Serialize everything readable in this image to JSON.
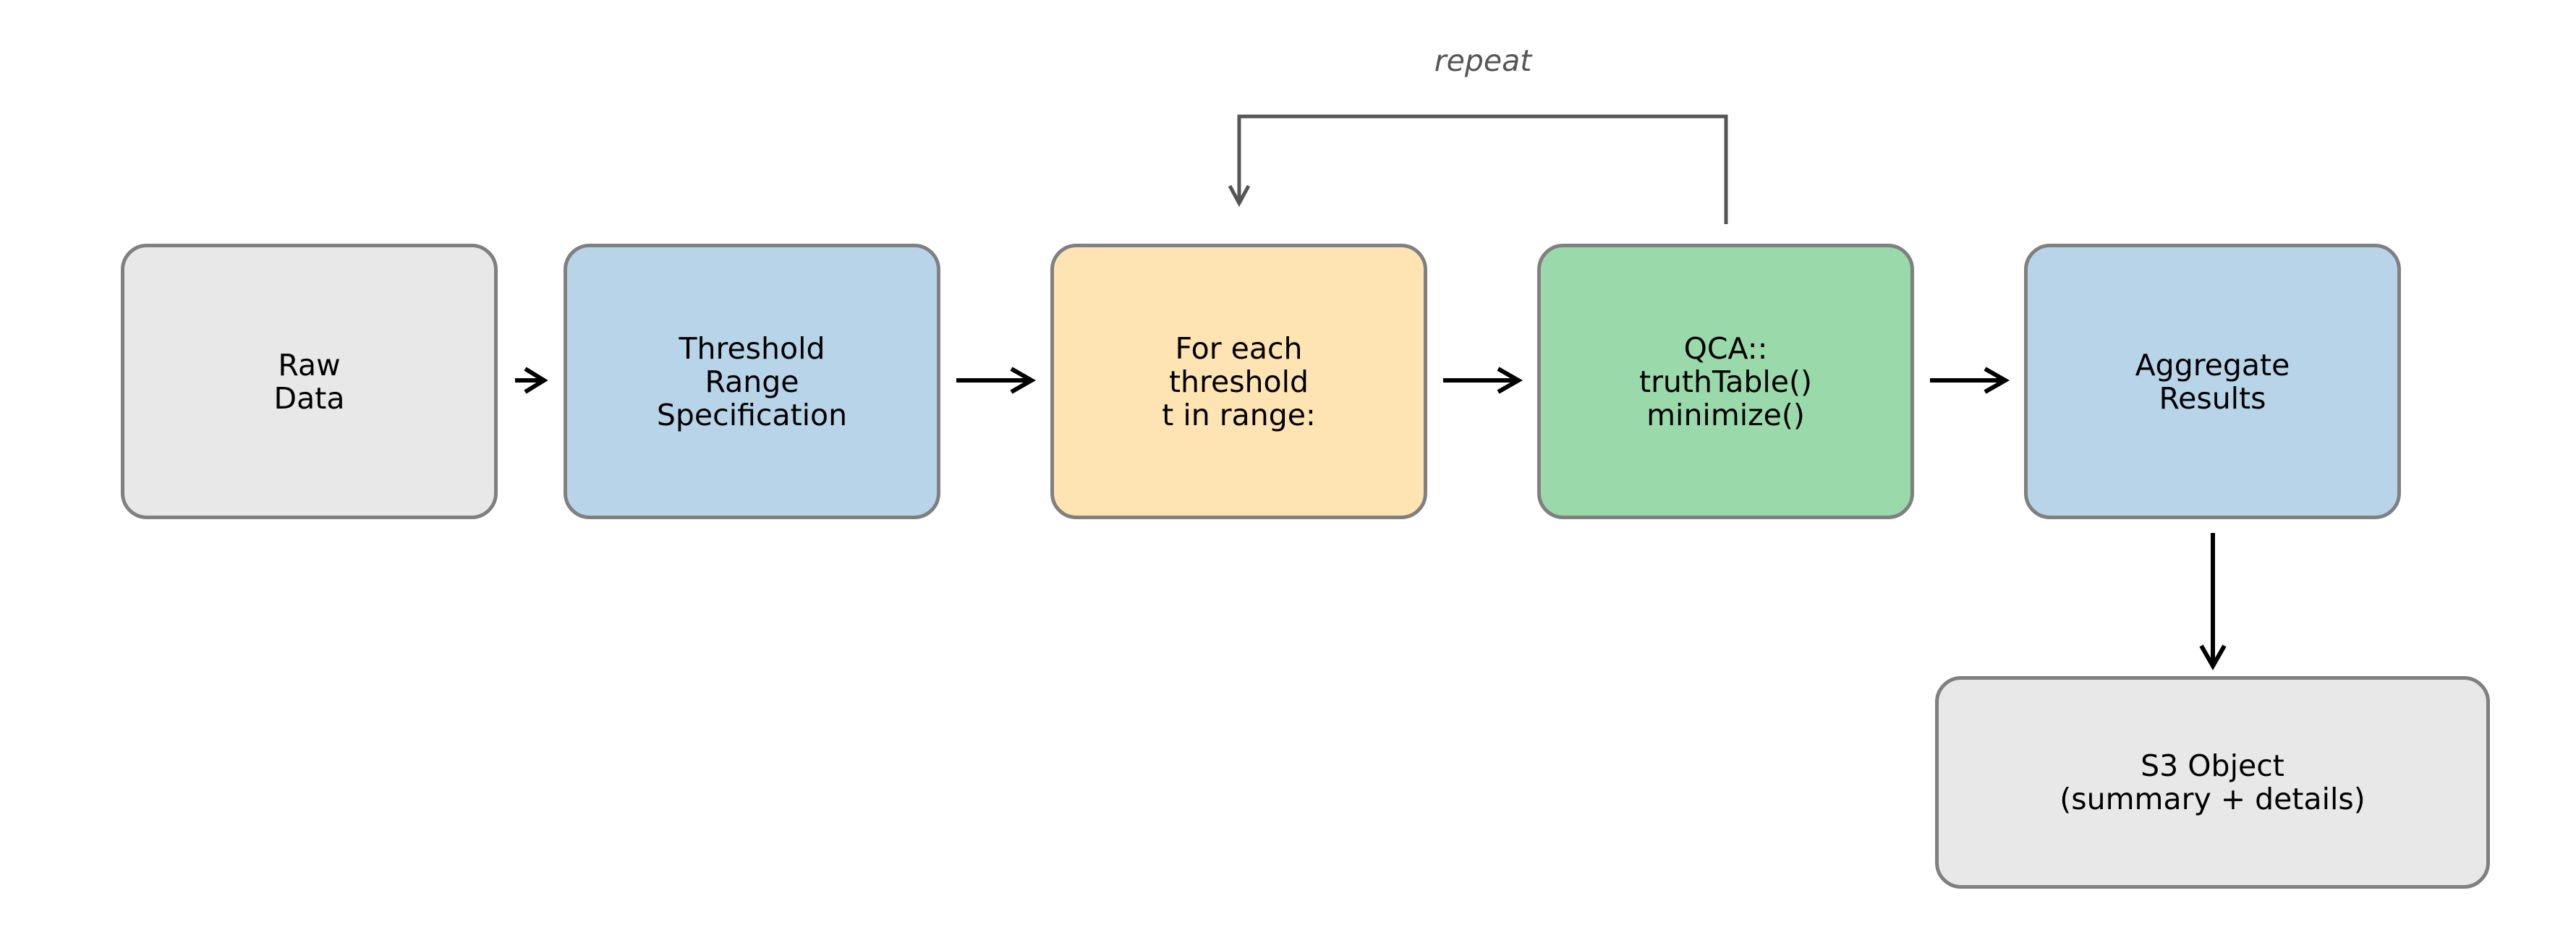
{
  "colors": {
    "gray_fill": "#e8e8e8",
    "blue_fill": "#b8d4e9",
    "orange_fill": "#fee4b3",
    "green_fill": "#9ad9aa",
    "box_border": "#808080",
    "arrow": "#000000",
    "loop_arrow": "#555555"
  },
  "boxes": [
    {
      "id": "raw-data",
      "label": "Raw\nData",
      "fill": "#e8e8e8"
    },
    {
      "id": "threshold",
      "label": "Threshold\nRange\nSpecification",
      "fill": "#b8d4e9"
    },
    {
      "id": "for-each",
      "label": "For each\nthreshold\nt in range:",
      "fill": "#fee4b3"
    },
    {
      "id": "qca",
      "label": "QCA::\ntruthTable()\nminimize()",
      "fill": "#9ad9aa"
    },
    {
      "id": "aggregate",
      "label": "Aggregate\nResults",
      "fill": "#b8d4e9"
    },
    {
      "id": "s3",
      "label": "S3 Object\n(summary + details)",
      "fill": "#e8e8e8"
    }
  ],
  "edges": [
    {
      "from": "raw-data",
      "to": "threshold"
    },
    {
      "from": "threshold",
      "to": "for-each"
    },
    {
      "from": "for-each",
      "to": "qca"
    },
    {
      "from": "qca",
      "to": "aggregate"
    },
    {
      "from": "aggregate",
      "to": "s3"
    },
    {
      "from": "qca",
      "to": "for-each",
      "label": "repeat"
    }
  ],
  "loop": {
    "label": "repeat"
  }
}
